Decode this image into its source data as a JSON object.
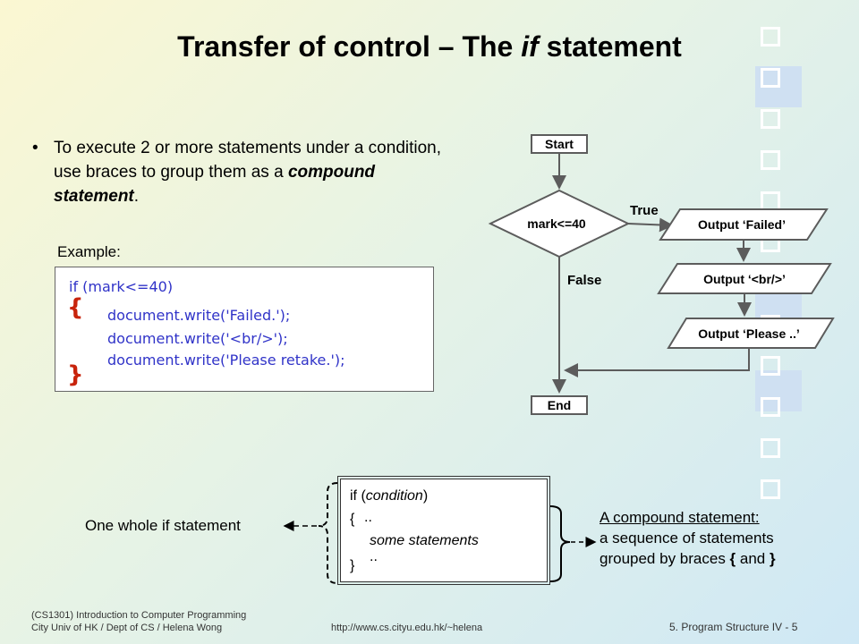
{
  "slide": {
    "title_prefix": "Transfer of control – The ",
    "title_italic": "if",
    "title_suffix": " statement",
    "bullet": {
      "symbol": "•",
      "text_before": "To execute 2 or more statements under a condition, use braces to group them as a ",
      "emphasis": "compound statement",
      "text_after": "."
    },
    "example_label": "Example:",
    "code": {
      "line1": "if (mark<=40)",
      "open_brace": "{",
      "line2": "document.write('Failed.');",
      "line3": "document.write('<br/>');",
      "line4": "document.write('Please retake.');",
      "close_brace": "}"
    },
    "flowchart": {
      "start": "Start",
      "decision": "mark<=40",
      "true_label": "True",
      "false_label": "False",
      "output1": "Output ‘Failed’",
      "output2": "Output ‘<br/>’",
      "output3": "Output ‘Please ..’",
      "end": "End"
    },
    "template": {
      "line1_prefix": "if (",
      "line1_italic": "condition",
      "line1_suffix": ")",
      "open_brace": "{",
      "dots1": "..",
      "statements": "some statements",
      "dots2": "..",
      "close_brace": "}"
    },
    "whole_if_label": "One whole if statement",
    "compound_desc": {
      "heading": "A compound statement:",
      "line2": "a sequence of statements",
      "line3_prefix": "grouped by braces ",
      "brace_open": "{",
      "line3_mid": " and ",
      "brace_close": "}"
    },
    "footer": {
      "course": "(CS1301) Introduction to Computer Programming",
      "dept": "City Univ of HK / Dept of CS / Helena Wong",
      "url": "http://www.cs.cityu.edu.hk/~helena",
      "page": "5. Program Structure IV - 5"
    },
    "colors": {
      "code_blue": "#3033c8",
      "brace_red": "#c8240c",
      "flow_shape": "#5c5c5c"
    }
  }
}
